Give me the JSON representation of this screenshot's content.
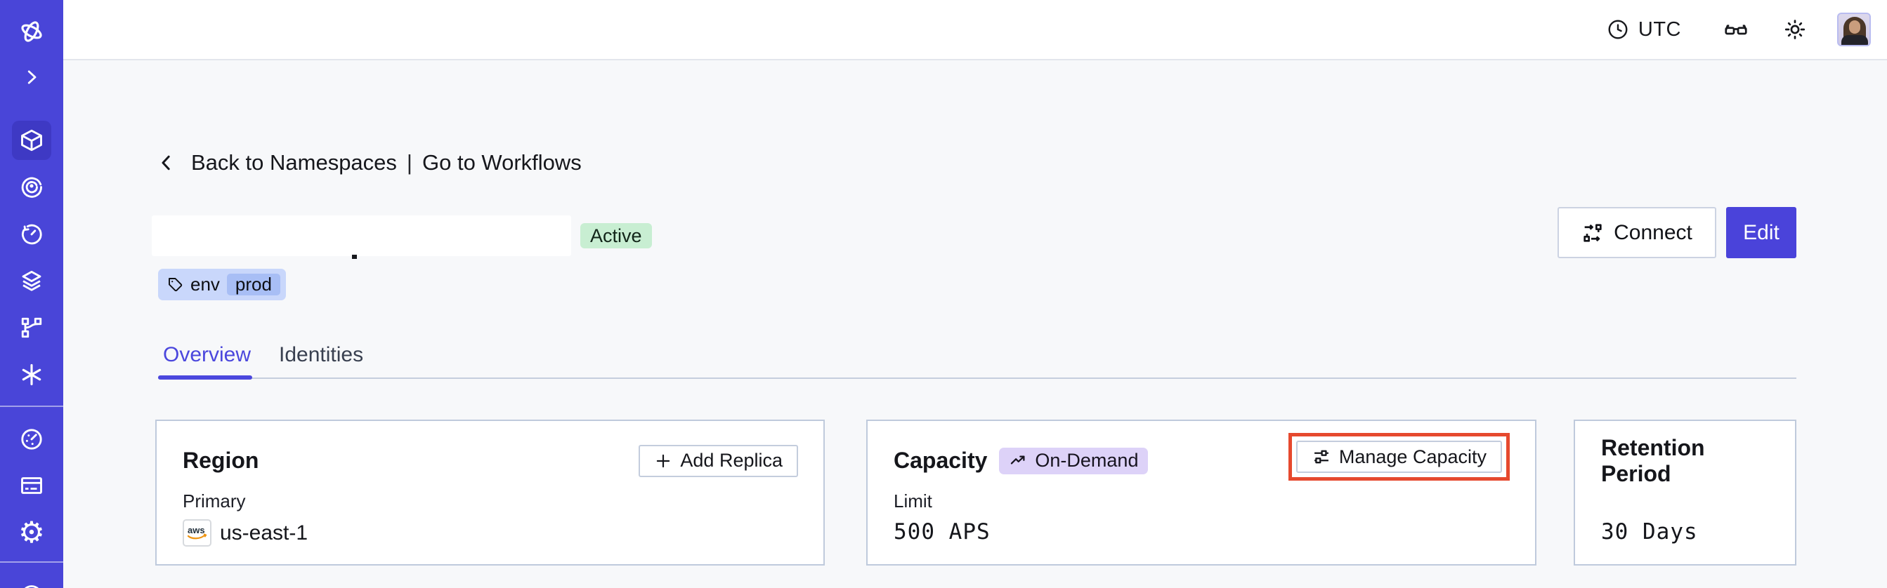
{
  "topbar": {
    "timezone_label": "UTC",
    "icons": [
      "clock-icon",
      "glasses-icon",
      "sun-icon",
      "user-avatar"
    ]
  },
  "sidebar": {
    "icons": [
      "temporal-logo",
      "expand-chevron-icon",
      "namespaces-cube-icon",
      "monitor-spiral-icon",
      "schedules-timer-icon",
      "stacks-layers-icon",
      "deployments-branch-icon",
      "nexus-asterisk-icon",
      "usage-gauge-icon",
      "billing-card-icon",
      "settings-gear-icon",
      "support-icon-partial"
    ],
    "active_item": "namespaces-cube-icon"
  },
  "breadcrumb": {
    "back_label": "Back to Namespaces",
    "separator": "|",
    "forward_label": "Go to Workflows"
  },
  "namespace": {
    "name_redacted": true,
    "status_badge": "Active",
    "tag_key": "env",
    "tag_value": "prod"
  },
  "header_actions": {
    "connect_label": "Connect",
    "edit_label": "Edit"
  },
  "tabs": {
    "overview_label": "Overview",
    "identities_label": "Identities",
    "active_tab": "Overview"
  },
  "cards": {
    "region": {
      "title": "Region",
      "add_replica_label": "Add Replica",
      "primary_label": "Primary",
      "provider": "aws",
      "value": "us-east-1"
    },
    "capacity": {
      "title": "Capacity",
      "badge_label": "On-Demand",
      "manage_label": "Manage Capacity",
      "limit_label": "Limit",
      "value": "500 APS",
      "manage_button_highlighted": true
    },
    "retention": {
      "title": "Retention Period",
      "value": "30 Days"
    }
  },
  "colors": {
    "sidebar_indigo": "#4945d8",
    "sidebar_active_tile": "#3e39c4",
    "accent_indigo": "#4b47dd",
    "edit_button": "#4a43da",
    "status_green_bg": "#c8eed2",
    "tag_blue_bg": "#c9d7fb",
    "tag_chip_bg": "#a8bef5",
    "ondemand_purple_bg": "#ddd2f8",
    "highlight_red": "#e6492e",
    "card_border": "#bfcadc",
    "content_bg": "#f7f8fa"
  }
}
